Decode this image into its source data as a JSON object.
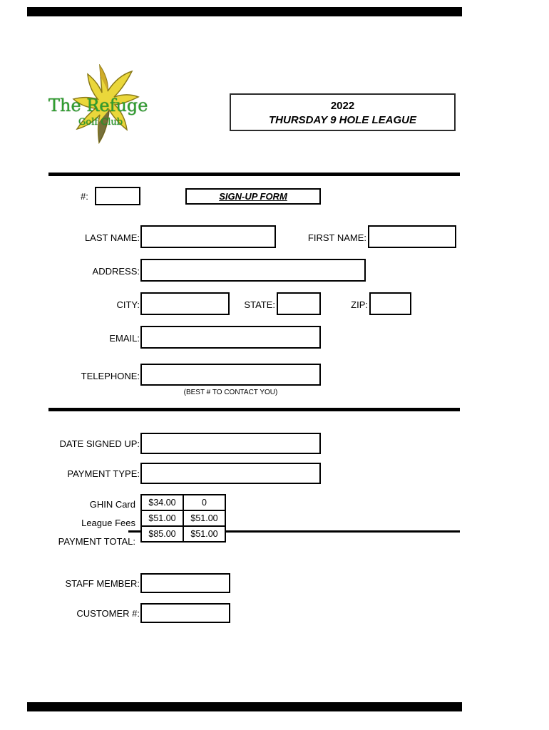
{
  "logo": {
    "name": "The Refuge",
    "subname": "Golf Club"
  },
  "header": {
    "year": "2022",
    "league_title": "THURSDAY 9 HOLE LEAGUE"
  },
  "signup": {
    "number_label": "#:",
    "form_title": "SIGN-UP FORM",
    "last_name_label": "LAST NAME:",
    "first_name_label": "FIRST NAME:",
    "address_label": "ADDRESS:",
    "city_label": "CITY:",
    "state_label": "STATE:",
    "zip_label": "ZIP:",
    "email_label": "EMAIL:",
    "telephone_label": "TELEPHONE:",
    "telephone_caption": "(BEST # TO CONTACT YOU)"
  },
  "payment": {
    "date_label": "DATE SIGNED UP:",
    "type_label": "PAYMENT TYPE:",
    "rows": [
      {
        "label": "GHIN Card",
        "col1": "$34.00",
        "col2": "0"
      },
      {
        "label": "League Fees",
        "col1": "$51.00",
        "col2": "$51.00"
      },
      {
        "label": "PAYMENT TOTAL:",
        "col1": "$85.00",
        "col2": "$51.00"
      }
    ],
    "staff_label": "STAFF MEMBER:",
    "customer_label": "CUSTOMER #:"
  },
  "values": {
    "number": "",
    "last_name": "",
    "first_name": "",
    "address": "",
    "city": "",
    "state": "",
    "zip": "",
    "email": "",
    "telephone": "",
    "date_signed_up": "",
    "payment_type": "",
    "staff_member": "",
    "customer_number": ""
  }
}
